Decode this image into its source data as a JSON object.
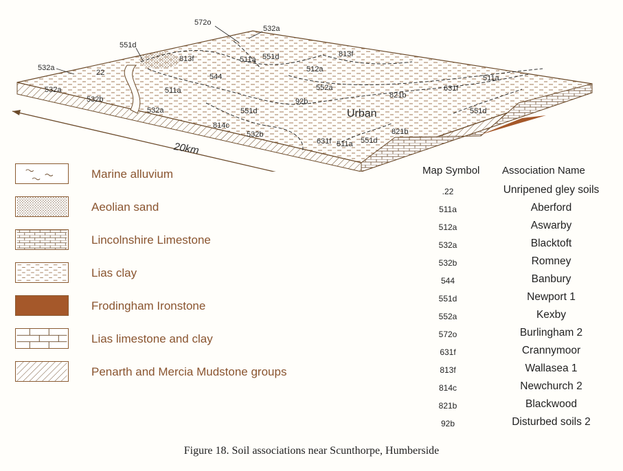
{
  "map": {
    "labels": [
      "572o",
      "532a",
      "551d",
      "813f",
      "511a",
      "551d",
      "813f",
      "532a",
      "22",
      "544",
      "512a",
      "532a",
      "532b",
      "511a",
      "552a",
      "821b",
      "631f",
      "511a",
      "92b",
      "532a",
      "551d",
      "Urban",
      "551d",
      "814c",
      "532b",
      "821b",
      "631f",
      "511a",
      "551d"
    ],
    "scale": "20km"
  },
  "legend": [
    {
      "label": "Marine alluvium",
      "pattern": "marine-alluvium"
    },
    {
      "label": "Aeolian sand",
      "pattern": "aeolian-sand"
    },
    {
      "label": "Lincolnshire Limestone",
      "pattern": "lincolnshire-limestone"
    },
    {
      "label": "Lias clay",
      "pattern": "lias-clay"
    },
    {
      "label": "Frodingham Ironstone",
      "pattern": "frodingham-ironstone"
    },
    {
      "label": "Lias limestone and clay",
      "pattern": "lias-limestone-clay"
    },
    {
      "label": "Penarth and Mercia Mudstone groups",
      "pattern": "mudstone"
    }
  ],
  "table": {
    "header_symbol": "Map Symbol",
    "header_name": "Association Name",
    "rows": [
      {
        "symbol": ".22",
        "name": "Unripened gley soils"
      },
      {
        "symbol": "511a",
        "name": "Aberford"
      },
      {
        "symbol": "512a",
        "name": "Aswarby"
      },
      {
        "symbol": "532a",
        "name": "Blacktoft"
      },
      {
        "symbol": "532b",
        "name": "Romney"
      },
      {
        "symbol": "544",
        "name": "Banbury"
      },
      {
        "symbol": "551d",
        "name": "Newport 1"
      },
      {
        "symbol": "552a",
        "name": "Kexby"
      },
      {
        "symbol": "572o",
        "name": "Burlingham 2"
      },
      {
        "symbol": "631f",
        "name": "Crannymoor"
      },
      {
        "symbol": "813f",
        "name": "Wallasea 1"
      },
      {
        "symbol": "814c",
        "name": "Newchurch 2"
      },
      {
        "symbol": "821b",
        "name": "Blackwood"
      },
      {
        "symbol": "92b",
        "name": "Disturbed soils 2"
      }
    ]
  },
  "caption": "Figure 18. Soil associations near Scunthorpe, Humberside",
  "colors": {
    "ironstone": "#a5582a",
    "lines": "#8a5a30",
    "text": "#222222"
  }
}
